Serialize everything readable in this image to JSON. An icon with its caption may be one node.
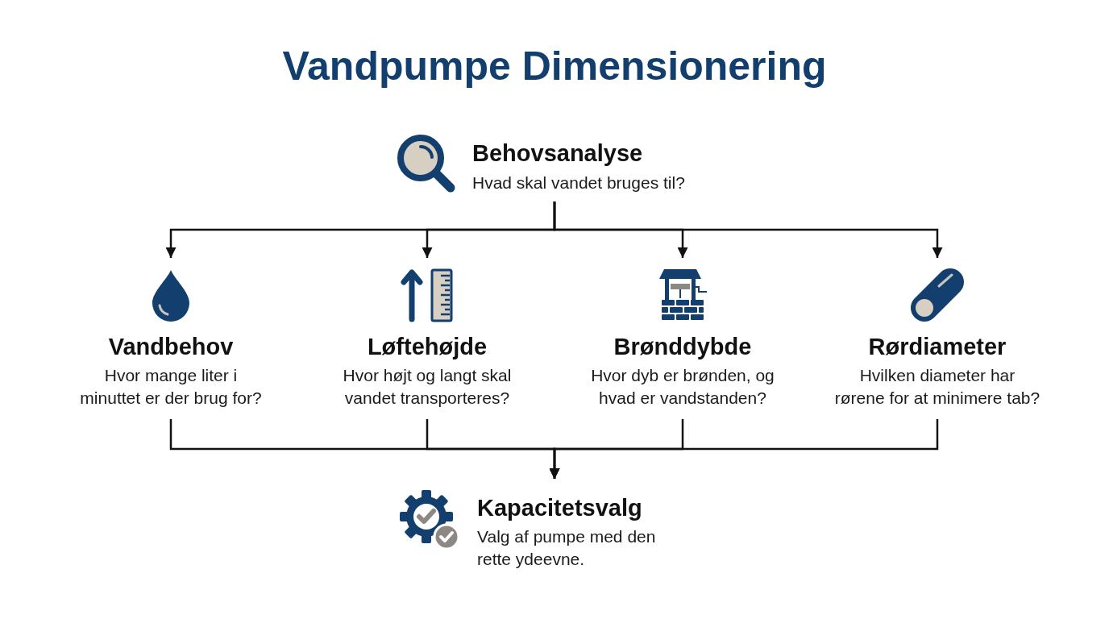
{
  "diagram": {
    "title": "Vandpumpe Dimensionering",
    "nodes": [
      {
        "text": [
          "Behovsanalyse",
          "Hvad skal vandet bruges til?"
        ]
      },
      {
        "text": [
          "Vandbehov",
          "Hvor mange liter i minuttet er der brug for?"
        ]
      },
      {
        "text": [
          "Løftehøjde",
          "Hvor højt og langt skal vandet transporteres?"
        ]
      },
      {
        "text": [
          "Brønddybde",
          "Hvor dyb er brønden, og hvad er vandstanden?"
        ]
      },
      {
        "text": [
          "Rørdiameter",
          "Hvilken diameter har rørene for at minimere tab?"
        ]
      },
      {
        "text": [
          "Kapacitetsvalg",
          "Valg af pumpe med den rette ydeevne."
        ]
      }
    ],
    "edges": [
      {
        "from": 0,
        "to": 1,
        "arrow": "to"
      },
      {
        "from": 0,
        "to": 2,
        "arrow": "to"
      },
      {
        "from": 0,
        "to": 3,
        "arrow": "to"
      },
      {
        "from": 0,
        "to": 4,
        "arrow": "to"
      },
      {
        "from": 1,
        "to": 5,
        "arrow": "to"
      },
      {
        "from": 2,
        "to": 5,
        "arrow": "to"
      },
      {
        "from": 3,
        "to": 5,
        "arrow": "to"
      },
      {
        "from": 4,
        "to": 5,
        "arrow": "to"
      }
    ]
  }
}
